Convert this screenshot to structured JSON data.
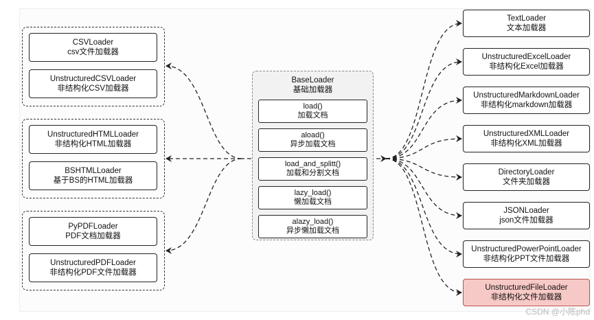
{
  "base": {
    "name": "BaseLoader",
    "subtitle": "基础加载器",
    "methods": [
      {
        "name": "load()",
        "desc": "加载文档"
      },
      {
        "name": "aload()",
        "desc": "异步加载文档"
      },
      {
        "name": "load_and_splitt()",
        "desc": "加载和分割文档"
      },
      {
        "name": "lazy_load()",
        "desc": "懒加载文档"
      },
      {
        "name": "alazy_load()",
        "desc": "异步懒加载文档"
      }
    ]
  },
  "left_groups": [
    {
      "loaders": [
        {
          "name": "CSVLoader",
          "desc": "csv文件加载器"
        },
        {
          "name": "UnstructuredCSVLoader",
          "desc": "非结构化CSV加载器"
        }
      ]
    },
    {
      "loaders": [
        {
          "name": "UnstructuredHTMLLoader",
          "desc": "非结构化HTML加载器"
        },
        {
          "name": "BSHTMLLoader",
          "desc": "基于BS的HTML加载器"
        }
      ]
    },
    {
      "loaders": [
        {
          "name": "PyPDFLoader",
          "desc": "PDF文档加载器"
        },
        {
          "name": "UnstructuredPDFLoader",
          "desc": "非结构化PDF文件加载器"
        }
      ]
    }
  ],
  "right_loaders": [
    {
      "name": "TextLoader",
      "desc": "文本加载器"
    },
    {
      "name": "UnstructuredExcelLoader",
      "desc": "非结构化Excel加载器"
    },
    {
      "name": "UnstructuredMarkdownLoader",
      "desc": "非结构化markdown加载器"
    },
    {
      "name": "UnstructuredXMLLoader",
      "desc": "非结构化XML加载器"
    },
    {
      "name": "DirectoryLoader",
      "desc": "文件夹加载器"
    },
    {
      "name": "JSONLoader",
      "desc": "json文件加载器"
    },
    {
      "name": "UnstructuredPowerPointLoader",
      "desc": "非结构化PPT文件加载器"
    },
    {
      "name": "UnstructuredFileLoader",
      "desc": "非结构化文件加载器",
      "highlight": true
    }
  ],
  "colors": {
    "highlight_fill": "#f7c9c6",
    "highlight_border": "#b85450"
  },
  "watermark": "CSDN @小陈phd"
}
